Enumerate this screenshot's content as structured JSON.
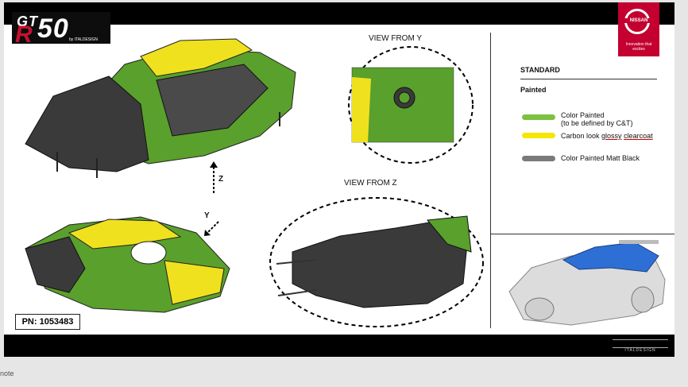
{
  "logo": {
    "gt": "GT",
    "r": "R",
    "number": "50",
    "by": "by ITALDESIGN"
  },
  "brand": {
    "name": "NISSAN",
    "tagline": "Innovation that excites"
  },
  "views": {
    "from_y": "VIEW FROM Y",
    "from_z": "VIEW FROM Z"
  },
  "axes": {
    "z": "Z",
    "y": "Y"
  },
  "legend": {
    "heading": "STANDARD",
    "subheading": "Painted",
    "items": [
      {
        "line1": "Color Painted",
        "line2": "(to be defined by C&T)",
        "color": "#7dc143"
      },
      {
        "line1_a": "Carbon look ",
        "line1_b": "glossy",
        "line1_c": " ",
        "line1_d": "clearcoat",
        "color": "#f5e600"
      },
      {
        "line1": "Color Painted Matt Black",
        "color": "#7a7a7a"
      }
    ]
  },
  "part_number": "PN: 1053483",
  "footer_logo": "ITALDESIGN",
  "status_bar": {
    "notes": "note"
  },
  "colors": {
    "green": "#5aa02c",
    "yellow": "#f0e11e",
    "dark": "#3a3a3a",
    "blue": "#2e6fd6"
  }
}
